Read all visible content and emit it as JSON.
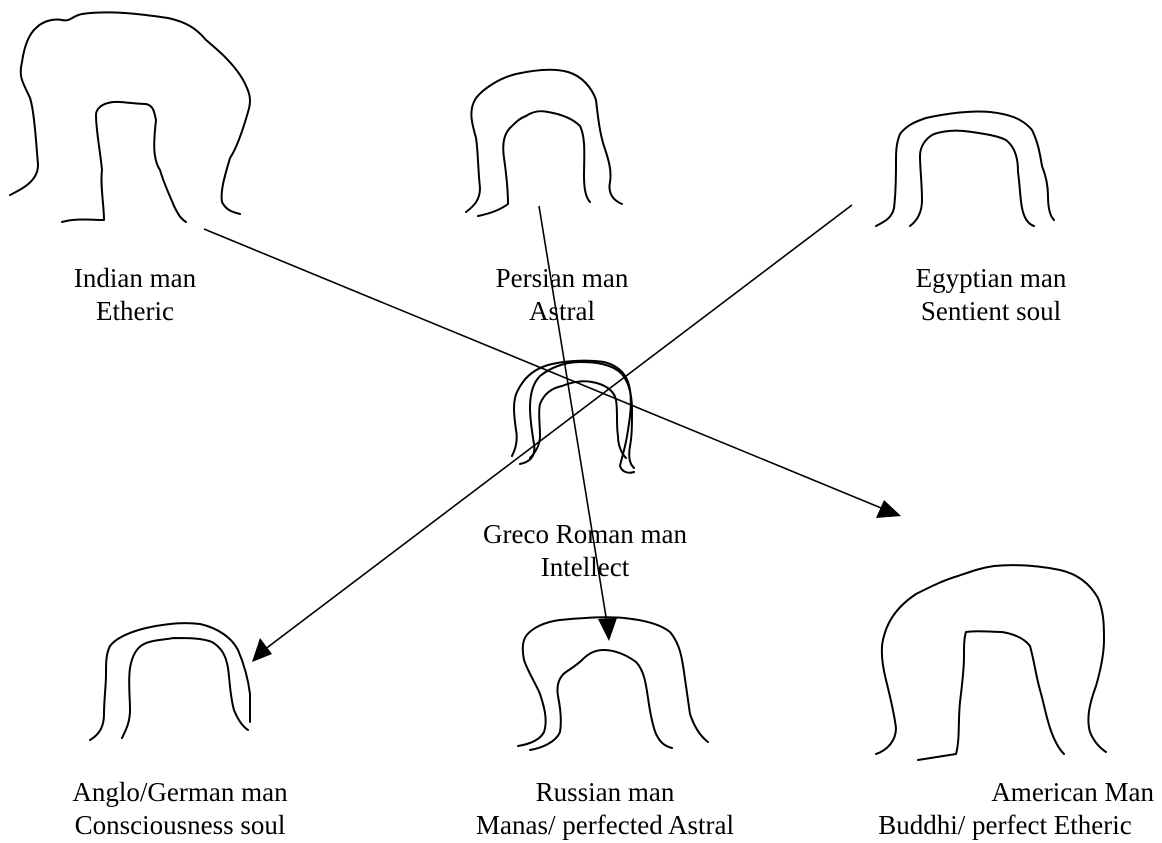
{
  "figures": [
    {
      "id": "indian",
      "line1": "Indian man",
      "line2": "Etheric"
    },
    {
      "id": "persian",
      "line1": "Persian man",
      "line2": "Astral"
    },
    {
      "id": "egyptian",
      "line1": "Egyptian man",
      "line2": "Sentient soul"
    },
    {
      "id": "greco-roman",
      "line1": "Greco Roman man",
      "line2": "Intellect"
    },
    {
      "id": "anglo-german",
      "line1": "Anglo/German man",
      "line2": "Consciousness soul"
    },
    {
      "id": "russian",
      "line1": "Russian man",
      "line2": "Manas/ perfected Astral"
    },
    {
      "id": "american",
      "line1": "American Man",
      "line2": "Buddhi/ perfect Etheric"
    }
  ],
  "connections": [
    {
      "from": "Indian man",
      "to": "American Man"
    },
    {
      "from": "Persian man",
      "to": "Russian man"
    },
    {
      "from": "Egyptian man",
      "to": "Anglo/German man"
    }
  ]
}
